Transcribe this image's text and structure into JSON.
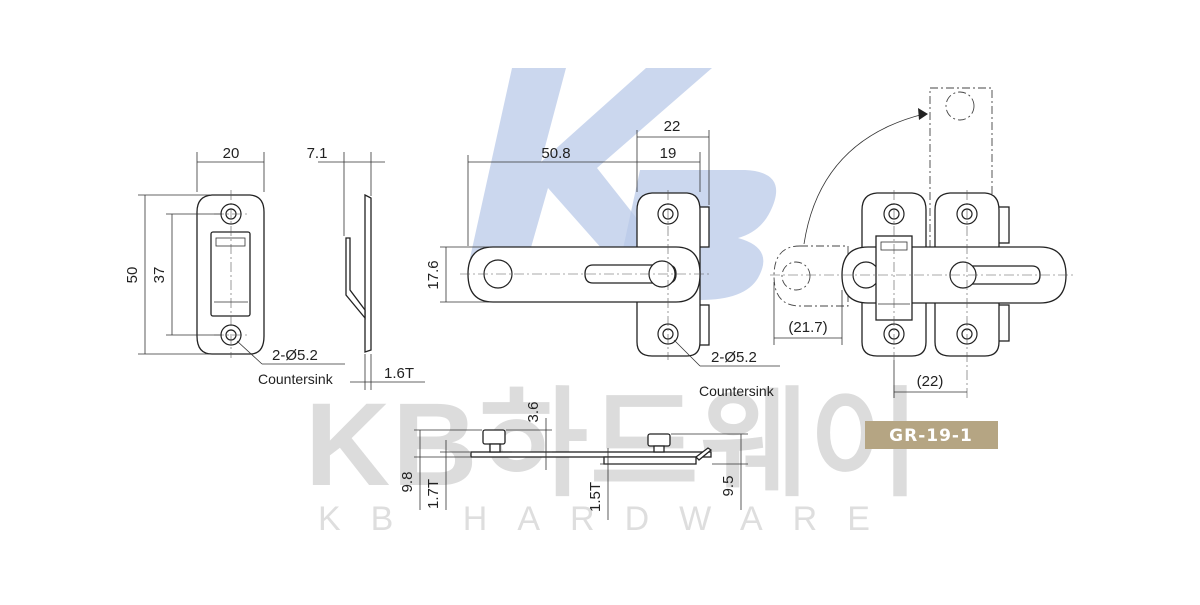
{
  "watermark": {
    "logo_monogram": "KB",
    "brand_korean": "KB하드웨어",
    "brand_english": "KB HARDWARE",
    "logo_color": "#b9c9e8"
  },
  "badge": {
    "model": "GR-19-1",
    "color": "#b5a583"
  },
  "plate_view": {
    "width_dim": "20",
    "height_dim": "50",
    "hole_pitch_dim": "37",
    "hole_note": "2-Ø5.2",
    "hole_note_sub": "Countersink"
  },
  "side_view": {
    "offset_dim": "7.1",
    "thickness_dim": "1.6T"
  },
  "front_view": {
    "length_dim": "50.8",
    "bracket_width_dim": "22",
    "bracket_inner_dim": "19",
    "bar_height_dim": "17.6",
    "hole_note": "2-Ø5.2",
    "hole_note_sub": "Countersink"
  },
  "open_view": {
    "extension_dim": "(21.7)",
    "spacing_dim": "(22)"
  },
  "bottom_view": {
    "knob_height_dim": "3.6",
    "overall_height_left_dim": "9.8",
    "plate_thickness_left_dim": "1.7T",
    "plate_thickness_mid_dim": "1.5T",
    "overall_height_right_dim": "9.5"
  }
}
